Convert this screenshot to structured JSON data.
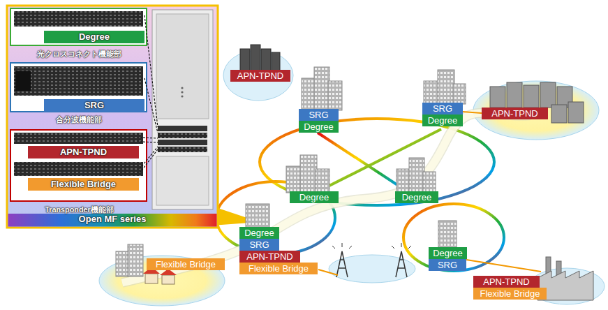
{
  "diagram": {
    "nodes": [
      {
        "text": [
          "Open MF series"
        ]
      },
      {
        "text": [
          "光クロスコネクト機能部"
        ],
        "in": 0
      },
      {
        "text": [
          "Degree"
        ],
        "in": 1
      },
      {
        "text": [
          "合分波機能部"
        ],
        "in": 0
      },
      {
        "text": [
          "SRG"
        ],
        "in": 3
      },
      {
        "text": [
          "Transponder機能部"
        ],
        "in": 0
      },
      {
        "text": [
          "APN-TPND"
        ],
        "in": 5
      },
      {
        "text": [
          "Flexible Bridge"
        ],
        "in": 5
      },
      {
        "text": [
          "APN-TPND"
        ]
      },
      {
        "text": [
          "SRG"
        ]
      },
      {
        "text": [
          "Degree"
        ]
      },
      {
        "text": [
          "SRG"
        ]
      },
      {
        "text": [
          "Degree"
        ]
      },
      {
        "text": [
          "APN-TPND"
        ]
      },
      {
        "text": [
          "Degree"
        ]
      },
      {
        "text": [
          "Degree"
        ]
      },
      {
        "text": [
          "Degree"
        ]
      },
      {
        "text": [
          "SRG"
        ]
      },
      {
        "text": [
          "APN-TPND"
        ]
      },
      {
        "text": [
          "Flexible Bridge"
        ]
      },
      {
        "text": [
          "Flexible Bridge"
        ]
      },
      {
        "text": [
          "Degree"
        ]
      },
      {
        "text": [
          "SRG"
        ]
      },
      {
        "text": [
          "APN-TPND"
        ]
      },
      {
        "text": [
          "Flexible Bridge"
        ]
      }
    ]
  }
}
